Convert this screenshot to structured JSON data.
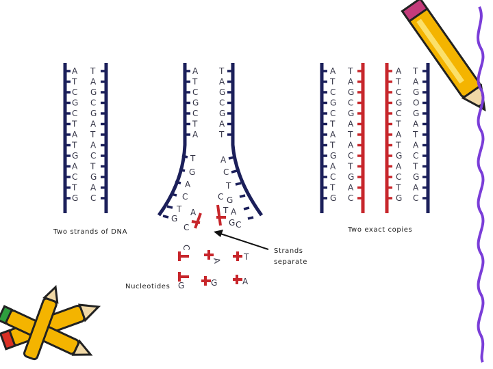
{
  "diagram": {
    "left_strand_a": [
      "A",
      "T",
      "C",
      "G",
      "C",
      "T",
      "A",
      "T",
      "G",
      "A",
      "C",
      "T",
      "G"
    ],
    "left_strand_b": [
      "T",
      "A",
      "G",
      "C",
      "G",
      "A",
      "T",
      "A",
      "C",
      "T",
      "G",
      "A",
      "C"
    ],
    "fork_top_a": [
      "A",
      "T",
      "C",
      "G",
      "C",
      "T",
      "A"
    ],
    "fork_top_b": [
      "T",
      "A",
      "G",
      "C",
      "G",
      "A",
      "T"
    ],
    "fork_lower_a": [
      "T",
      "G",
      "A",
      "C",
      "T",
      "G"
    ],
    "fork_lower_b": [
      "A",
      "C",
      "T",
      "C",
      "T",
      "G"
    ],
    "fork_pairs": [
      "A",
      "C",
      "G",
      "A",
      "C"
    ],
    "nucleotides": [
      "C",
      "T",
      "A",
      "G",
      "G",
      "A"
    ],
    "copy1_a": [
      "A",
      "T",
      "C",
      "G",
      "C",
      "T",
      "A",
      "T",
      "G",
      "A",
      "C",
      "T",
      "G"
    ],
    "copy1_b": [
      "T",
      "A",
      "G",
      "C",
      "G",
      "A",
      "T",
      "A",
      "C",
      "T",
      "G",
      "A",
      "C"
    ],
    "copy2_a": [
      "A",
      "T",
      "C",
      "G",
      "C",
      "T",
      "A",
      "T",
      "G",
      "A",
      "C",
      "T",
      "G"
    ],
    "copy2_b": [
      "T",
      "A",
      "G",
      "O",
      "G",
      "A",
      "T",
      "A",
      "C",
      "T",
      "G",
      "A",
      "C"
    ],
    "labels": {
      "two_strands": "Two strands of DNA",
      "strands_line1": "Strands",
      "strands_line2": "separate",
      "nucleotides": "Nucleotides",
      "two_copies": "Two exact copies"
    }
  }
}
